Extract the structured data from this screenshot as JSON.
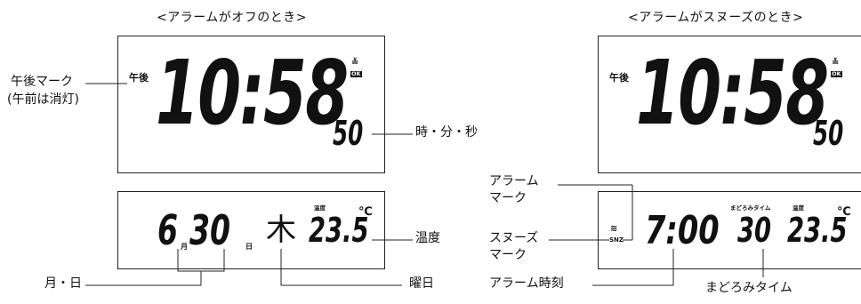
{
  "left": {
    "heading": "<アラームがオフのとき>",
    "pm_indicator": "午後",
    "time": "10:58",
    "seconds": "50",
    "ok_badge": "OK",
    "month": "6",
    "month_unit": "月",
    "day": "30",
    "day_unit": "日",
    "weekday_symbol": "木",
    "temp_label": "温度",
    "temperature": "23.5",
    "temp_unit": "℃",
    "labels": {
      "pm_mark": "午後マーク",
      "pm_note": "(午前は消灯)",
      "hms": "時・分・秒",
      "temperature": "温度",
      "month_day": "月・日",
      "weekday": "曜日"
    }
  },
  "right": {
    "heading": "<アラームがスヌーズのとき>",
    "pm_indicator": "午後",
    "time": "10:58",
    "seconds": "50",
    "ok_badge": "OK",
    "snz_badge": "SNZ",
    "alarm_time": "7:00",
    "snooze_label": "まどろみタイム",
    "snooze_minutes": "30",
    "temp_label": "温度",
    "temperature": "23.5",
    "temp_unit": "℃",
    "labels": {
      "alarm_mark_line1": "アラーム",
      "alarm_mark_line2": "マーク",
      "snooze_mark_line1": "スヌーズ",
      "snooze_mark_line2": "マーク",
      "alarm_time": "アラーム時刻",
      "snooze_time": "まどろみタイム"
    }
  }
}
